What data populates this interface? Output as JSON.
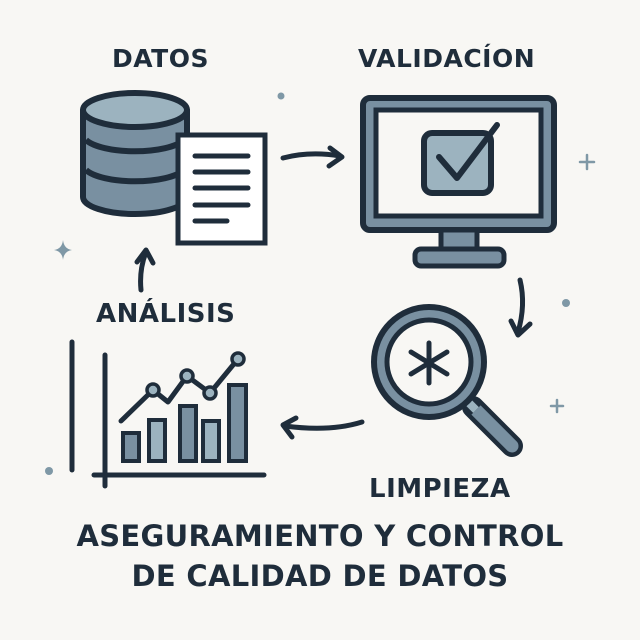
{
  "diagram": {
    "title_lines": [
      "ASEGURAMIENTO Y CONTROL",
      "DE CALIDAD DE DATOS"
    ],
    "steps": [
      {
        "label": "DATOS",
        "icon": "database-document-icon"
      },
      {
        "label": "VALIDACÍON",
        "icon": "monitor-checkbox-icon"
      },
      {
        "label": "LIMPIEZA",
        "icon": "magnifier-asterisk-icon"
      },
      {
        "label": "ANÁLISIS",
        "icon": "bar-line-chart-icon"
      }
    ],
    "flow": [
      {
        "from": "DATOS",
        "to": "VALIDACÍON",
        "direction": "right"
      },
      {
        "from": "VALIDACÍON",
        "to": "LIMPIEZA",
        "direction": "down"
      },
      {
        "from": "LIMPIEZA",
        "to": "ANÁLISIS",
        "direction": "left"
      },
      {
        "from": "ANÁLISIS",
        "to": "DATOS",
        "direction": "up"
      }
    ]
  },
  "colors": {
    "background": "#f8f7f4",
    "ink": "#1f2d3b",
    "fill_mid": "#6f8a9b",
    "fill_light": "#9cb3bf",
    "accent_dots": "#7f98a6"
  }
}
